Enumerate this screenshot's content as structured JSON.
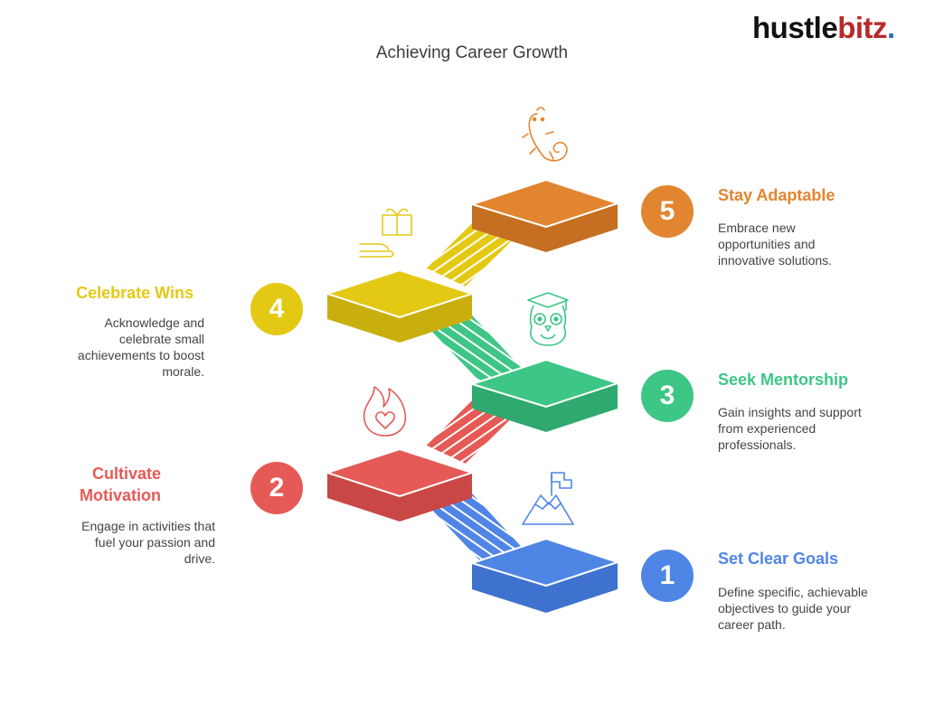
{
  "header": {
    "title": "Achieving Career Growth"
  },
  "logo": {
    "part1": "hustle",
    "part2": "bitz",
    "dot": "."
  },
  "colors": {
    "blue": "#4f86e6",
    "red": "#e55a56",
    "green": "#3ec686",
    "yellow": "#e4c914",
    "orange": "#e28530",
    "logo_accent": "#b72a2a"
  },
  "steps": [
    {
      "number": "1",
      "title": "Set Clear Goals",
      "description": "Define specific, achievable objectives to guide your career path.",
      "icon": "mountain-flag-icon",
      "color": "#4f86e6"
    },
    {
      "number": "2",
      "title": "Cultivate Motivation",
      "description": "Engage in activities that fuel your passion and drive.",
      "icon": "flame-heart-icon",
      "color": "#e55a56"
    },
    {
      "number": "3",
      "title": "Seek Mentorship",
      "description": "Gain insights and support from experienced professionals.",
      "icon": "owl-graduate-icon",
      "color": "#3ec686"
    },
    {
      "number": "4",
      "title": "Celebrate Wins",
      "description": "Acknowledge and celebrate small achievements to boost morale.",
      "icon": "gift-hand-icon",
      "color": "#e4c914"
    },
    {
      "number": "5",
      "title": "Stay Adaptable",
      "description": "Embrace new opportunities and innovative solutions.",
      "icon": "chameleon-icon",
      "color": "#e28530"
    }
  ]
}
